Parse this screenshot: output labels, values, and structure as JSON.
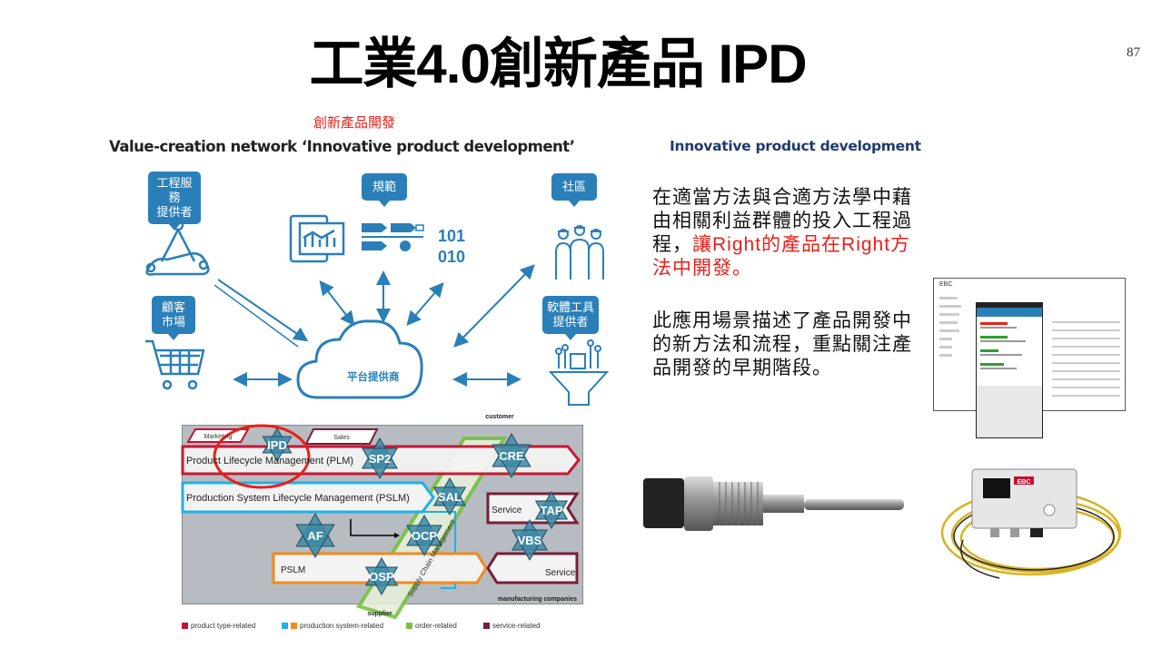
{
  "slide": {
    "title": "工業4.0創新產品 IPD",
    "page_number": "87"
  },
  "left_panel": {
    "red_caption": "創新產品開發",
    "heading": "Value-creation network ‘Innovative product development’",
    "nodes": {
      "engineering_services": "工程服務\n提供者",
      "standards": "規範",
      "community": "社區",
      "customer_market": "顧客\n市場",
      "software_tools": "軟體工具\n提供者",
      "platform": "平台提供商",
      "binary_top": "101",
      "binary_bottom": "010"
    }
  },
  "lifecycle_diagram": {
    "top_label": "customer",
    "bottom_label": "supplier",
    "corner_label": "manufacturing companies",
    "bands": {
      "plm": "Product Lifecycle Management (PLM)",
      "pslm": "Production System Lifecycle Management (PSLM)",
      "pslm_short": "PSLM",
      "service_upper": "Service",
      "service_lower": "Service",
      "sales": "Sales",
      "marketing": "Marketing",
      "supply_chain": "Supply Chain Management"
    },
    "stars": [
      "IPD",
      "SP2",
      "CRE",
      "SAL",
      "TAP",
      "AF",
      "OCP",
      "VBS",
      "OSP"
    ],
    "legend": [
      {
        "label": "product type-related",
        "colors": [
          "#c8102e"
        ]
      },
      {
        "label": "production system-related",
        "colors": [
          "#1fb1e6",
          "#f08a1c"
        ]
      },
      {
        "label": "order-related",
        "colors": [
          "#7ac143"
        ]
      },
      {
        "label": "service-related",
        "colors": [
          "#7a1e3a"
        ]
      }
    ],
    "colors": {
      "plm": "#c8102e",
      "pslm": "#1fb1e6",
      "pslm_orange": "#f08a1c",
      "order": "#7ac143",
      "service": "#7a1e3a",
      "star": "#3f8aa6",
      "highlight": "#e8201a"
    }
  },
  "right_panel": {
    "heading": "Innovative product development",
    "para1_black": "在適當方法與合適方法學中藉由相關利益群體的投入工程過程，",
    "para1_red": "讓Right的產品在Right方法中開發。",
    "para2": "此應用場景描述了產品開發中的新方法和流程，重點關注產品開發的早期階段。"
  },
  "images": {
    "app_brand": "EBC",
    "device_brand": "EBC",
    "colors": {
      "accent": "#2a7fb8",
      "title_red": "#e8201a"
    }
  }
}
